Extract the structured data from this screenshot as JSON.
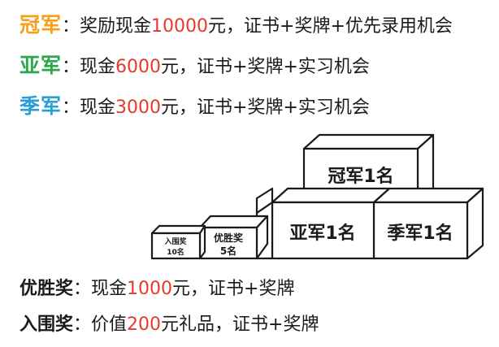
{
  "prizes": {
    "champion": {
      "tag": "冠军",
      "colon": "：",
      "prefix": "奖励现金",
      "amount": "10000",
      "suffix": "元，证书+奖牌+优先录用机会",
      "tag_color": "#f4a01a"
    },
    "runner_up": {
      "tag": "亚军",
      "colon": "：",
      "prefix": "现金",
      "amount": "6000",
      "suffix": "元，证书+奖牌+实习机会",
      "tag_color": "#2aa84a"
    },
    "third": {
      "tag": "季军",
      "colon": "：",
      "prefix": "现金",
      "amount": "3000",
      "suffix": "元，证书+奖牌+实习机会",
      "tag_color": "#2a9fd6"
    },
    "excellence": {
      "tag": "优胜奖",
      "colon": "：",
      "prefix": "现金",
      "amount": "1000",
      "suffix": "元，证书+奖牌"
    },
    "finalist": {
      "tag": "入围奖",
      "colon": "：",
      "prefix": "价值",
      "amount": "200",
      "suffix": "元礼品，证书+奖牌"
    }
  },
  "podium": {
    "champion_box": "冠军1名",
    "runner_up_box": "亚军1名",
    "third_box": "季军1名",
    "excellence_box_line1": "优胜奖",
    "excellence_box_line2": "5名",
    "finalist_box_line1": "入围奖",
    "finalist_box_line2": "10名"
  },
  "colors": {
    "amount": "#e8382b",
    "text": "#1a1a1a"
  }
}
